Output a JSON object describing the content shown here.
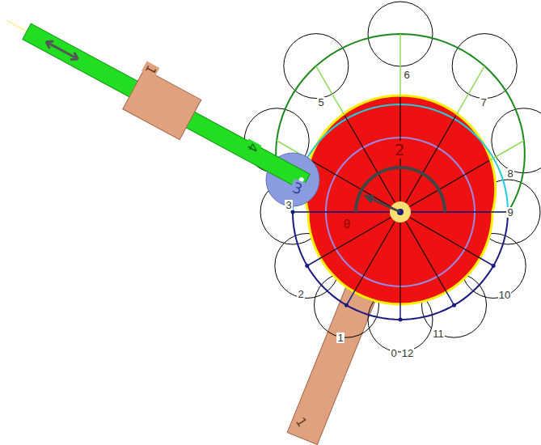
{
  "diagram": {
    "nodes": [
      {
        "text": [
          "1"
        ]
      },
      {
        "text": [
          "4"
        ]
      },
      {
        "text": [
          "3"
        ]
      },
      {
        "text": [
          "2"
        ]
      },
      {
        "text": [
          "1"
        ]
      }
    ],
    "labels": [
      "6",
      "5",
      "7",
      "8",
      "3",
      "θ",
      "9",
      "2",
      "10",
      "1",
      "11",
      "0",
      "12"
    ]
  }
}
